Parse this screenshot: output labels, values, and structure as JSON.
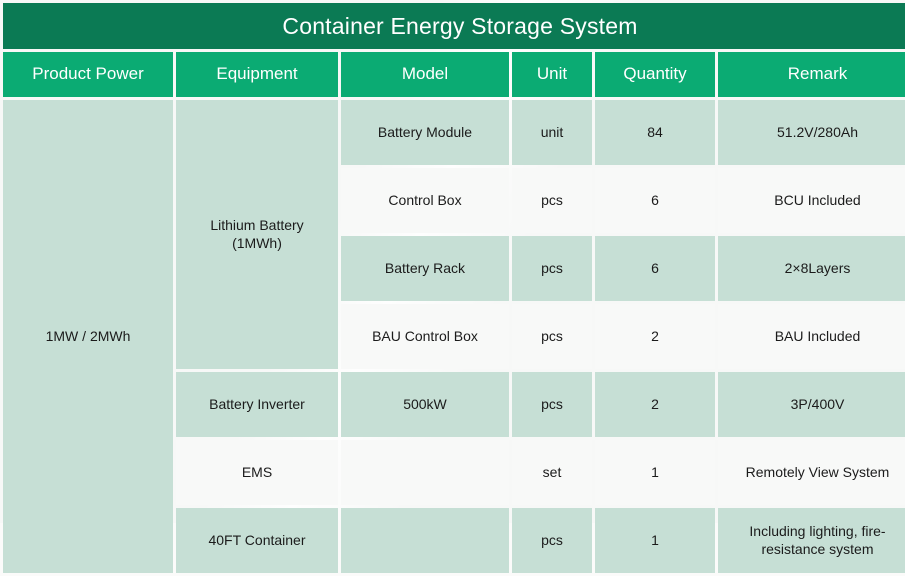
{
  "title": "Container Energy Storage System",
  "columns": [
    {
      "key": "product_power",
      "label": "Product Power"
    },
    {
      "key": "equipment",
      "label": "Equipment"
    },
    {
      "key": "model",
      "label": "Model"
    },
    {
      "key": "unit",
      "label": "Unit"
    },
    {
      "key": "quantity",
      "label": "Quantity"
    },
    {
      "key": "remark",
      "label": "Remark"
    }
  ],
  "product_power": "1MW / 2MWh",
  "groups": {
    "lithium_battery": "Lithium Battery\n(1MWh)",
    "lithium_battery_line1": "Lithium Battery",
    "lithium_battery_line2": "(1MWh)",
    "battery_inverter": "Battery Inverter",
    "ems": "EMS",
    "container": "40FT Container"
  },
  "rows": [
    {
      "model": "Battery Module",
      "unit": "unit",
      "quantity": "84",
      "remark": "51.2V/280Ah"
    },
    {
      "model": "Control Box",
      "unit": "pcs",
      "quantity": "6",
      "remark": "BCU Included"
    },
    {
      "model": "Battery Rack",
      "unit": "pcs",
      "quantity": "6",
      "remark": "2×8Layers"
    },
    {
      "model": "BAU Control Box",
      "unit": "pcs",
      "quantity": "2",
      "remark": "BAU Included"
    },
    {
      "model": "500kW",
      "unit": "pcs",
      "quantity": "2",
      "remark": "3P/400V"
    },
    {
      "model": "",
      "unit": "set",
      "quantity": "1",
      "remark": "Remotely View System"
    },
    {
      "model": "",
      "unit": "pcs",
      "quantity": "1",
      "remark_line1": "Including lighting, fire-",
      "remark_line2": "resistance system"
    }
  ],
  "colors": {
    "title_green": "#0b7a54",
    "header_green": "#0bab73",
    "tint_row": "#c6dfd5",
    "plain_row": "#f8f9f8",
    "text_dark": "#1b1b1b",
    "text_light": "#ffffff"
  }
}
